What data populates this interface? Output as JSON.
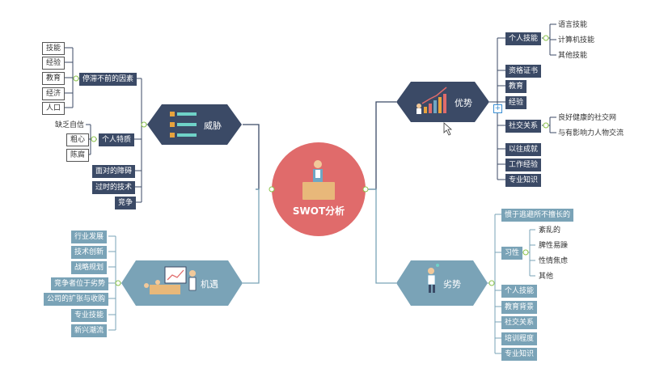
{
  "center": {
    "label": "SWOT分析"
  },
  "strengths": {
    "label": "优势",
    "items": [
      "个人技能",
      "资格证书",
      "教育",
      "经验",
      "社交关系",
      "以往成就",
      "工作经验",
      "专业知识"
    ],
    "skills_sub": [
      "语言技能",
      "计算机技能",
      "其他技能"
    ],
    "social_sub": [
      "良好健康的社交网",
      "与有影响力人物交流"
    ]
  },
  "threats": {
    "label": "威胁",
    "items": [
      "停滞不前的因素",
      "个人特质",
      "面对的障碍",
      "过时的技术",
      "竞争"
    ],
    "stagnation_sub": [
      "技能",
      "经验",
      "教育",
      "经济",
      "人口"
    ],
    "traits_sub": [
      "缺乏自信",
      "粗心",
      "陈腐"
    ]
  },
  "opportunities": {
    "label": "机遇",
    "items": [
      "行业发展",
      "技术创新",
      "战略规划",
      "竞争者位于劣势",
      "公司的扩张与收购",
      "专业技能",
      "新兴潮流"
    ]
  },
  "weaknesses": {
    "label": "劣势",
    "items": [
      "惯于逃避所不擅长的",
      "习性",
      "个人技能",
      "教育背景",
      "社交关系",
      "培训程度",
      "专业知识"
    ],
    "habits_sub": [
      "紊乱的",
      "脾性易躁",
      "性情焦虑",
      "其他"
    ]
  },
  "colors": {
    "center": "#e06b6b",
    "dark": "#3b4a66",
    "teal": "#7aa3b7",
    "line_dark": "#3b4a66",
    "line_teal": "#7aa3b7",
    "accent": "#e8a33d",
    "dot": "#8bc34a"
  }
}
